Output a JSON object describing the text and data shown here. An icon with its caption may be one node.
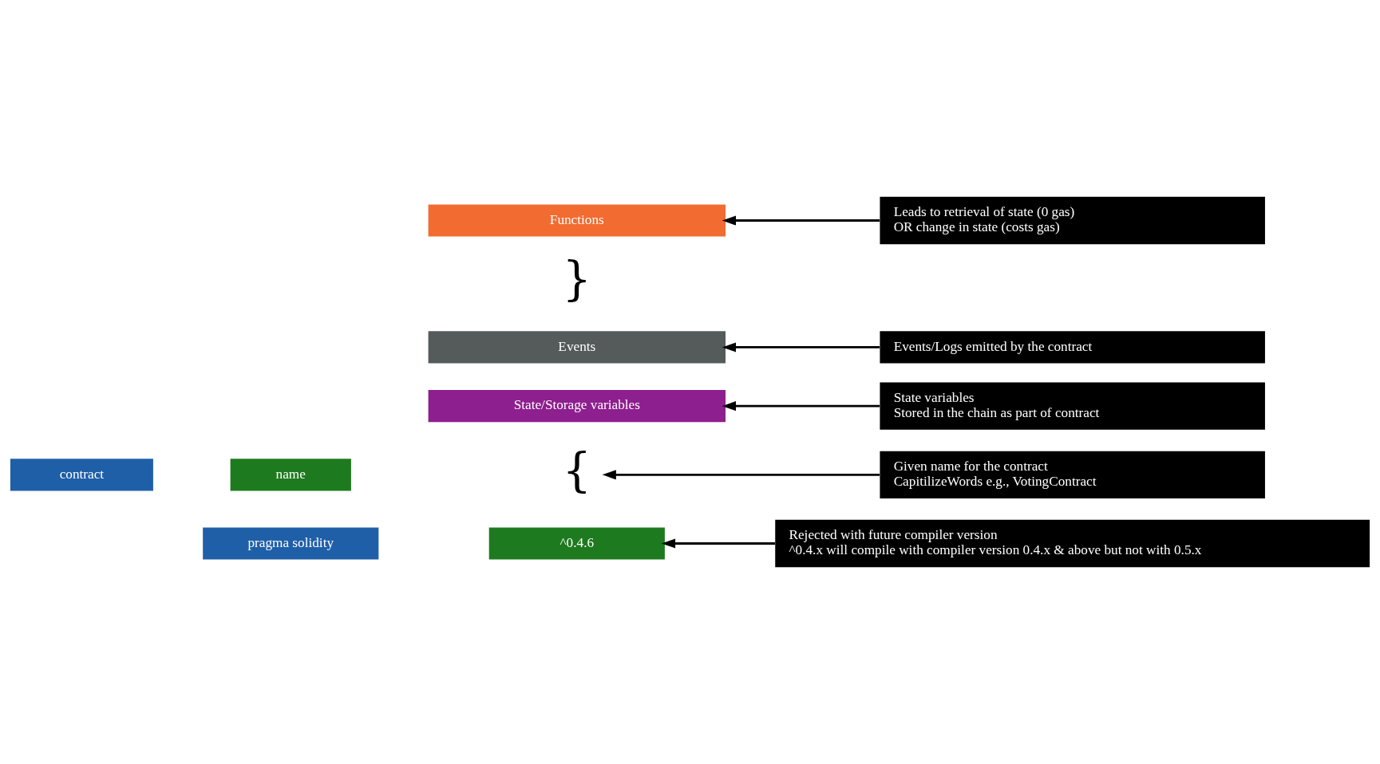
{
  "diagram": {
    "nodes": [
      {
        "text": [
          "pragma solidity"
        ]
      },
      {
        "text": [
          "^0.4.6"
        ]
      },
      {
        "text": [
          "contract"
        ]
      },
      {
        "text": [
          "name"
        ]
      },
      {
        "text": [
          "{"
        ]
      },
      {
        "text": [
          "State/Storage variables"
        ]
      },
      {
        "text": [
          "Events"
        ]
      },
      {
        "text": [
          "Functions"
        ]
      },
      {
        "text": [
          "Rejected with future compiler version",
          "^0.4.x will compile with compiler version 0.4.x & above but not with 0.5.x"
        ]
      },
      {
        "text": [
          "Given name for the contract",
          "CapitilizeWords e.g., VotingContract"
        ]
      },
      {
        "text": [
          "State variables",
          "Stored in the chain as part of contract"
        ]
      },
      {
        "text": [
          "Events/Logs emitted by the contract"
        ]
      },
      {
        "text": [
          "Leads to retrieval of state (0 gas)",
          "OR change in state (costs gas)"
        ]
      }
    ],
    "edges": [
      {
        "from": 8,
        "to": 1,
        "arrow": "to"
      },
      {
        "from": 9,
        "to": 4,
        "arrow": "to"
      },
      {
        "from": 10,
        "to": 5,
        "arrow": "to"
      },
      {
        "from": 11,
        "to": 6,
        "arrow": "to"
      },
      {
        "from": 12,
        "to": 7,
        "arrow": "to"
      }
    ],
    "labels": [
      "}"
    ]
  }
}
